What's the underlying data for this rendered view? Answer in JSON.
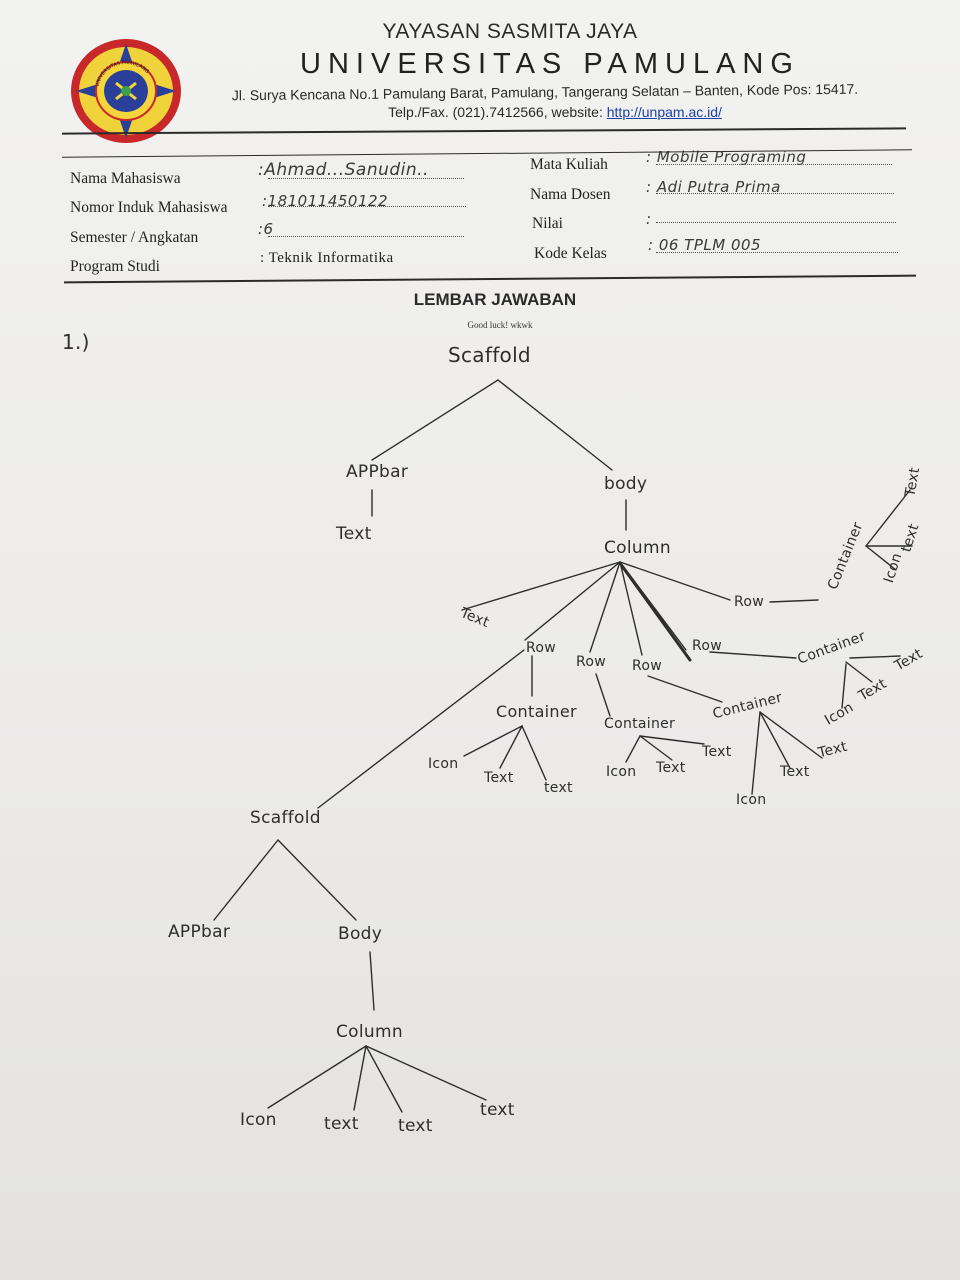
{
  "header": {
    "foundation": "YAYASAN SASMITA JAYA",
    "university": "UNIVERSITAS PAMULANG",
    "address": "Jl. Surya Kencana No.1 Pamulang Barat, Pamulang, Tangerang Selatan – Banten, Kode Pos: 15417.",
    "contact_prefix": "Telp./Fax. (021).7412566, website: ",
    "website": "http://unpam.ac.id/",
    "logo_text": "UNIVERSITAS PAMULANG"
  },
  "identity": {
    "left": [
      {
        "label": "Nama Mahasiswa",
        "value": ":Ahmad...Sanudin.."
      },
      {
        "label": "Nomor Induk Mahasiswa",
        "value": ":181011450122"
      },
      {
        "label": "Semester / Angkatan",
        "value": ":6"
      },
      {
        "label": "Program Studi",
        "value": ": Teknik Informatika"
      }
    ],
    "right": [
      {
        "label": "Mata Kuliah",
        "value": ": Mobile Programing"
      },
      {
        "label": "Nama Dosen",
        "value": ": Adi Putra Prima"
      },
      {
        "label": "Nilai",
        "value": ":"
      },
      {
        "label": "Kode Kelas",
        "value": ": 06 TPLM 005"
      }
    ]
  },
  "sheet": {
    "title": "LEMBAR JAWABAN",
    "subtitle": "Good luck! wkwk",
    "question_number": "1.)"
  },
  "tree": {
    "scaffold_top": "Scaffold",
    "appbar_top": "APPbar",
    "text_appbar": "Text",
    "body_top": "body",
    "column_top": "Column",
    "text_col": "Text",
    "row_a": "Row",
    "row_b": "Row",
    "row_c": "Row",
    "row_d": "Row",
    "row_e": "Row",
    "container_a": "Container",
    "container_a_icon": "Icon",
    "container_a_text1": "Text",
    "container_a_text2": "text",
    "container_b": "Container",
    "container_b_icon": "Icon",
    "container_b_text1": "Text",
    "container_b_text2": "Text",
    "container_c": "Container",
    "container_c_icon": "Icon",
    "container_c_text1": "Text",
    "container_c_text2": "Text",
    "container_d": "Container",
    "container_d_icon": "Icon",
    "container_d_text1": "Text",
    "container_d_text2": "Text",
    "container_e": "Container",
    "container_e_icon": "Icon",
    "container_e_text1": "text",
    "container_e_text2": "Text",
    "scaffold_bottom": "Scaffold",
    "appbar_bottom": "APPbar",
    "body_bottom": "Body",
    "column_bottom": "Column",
    "bottom_icon": "Icon",
    "bottom_text1": "text",
    "bottom_text2": "text",
    "bottom_text3": "text"
  }
}
